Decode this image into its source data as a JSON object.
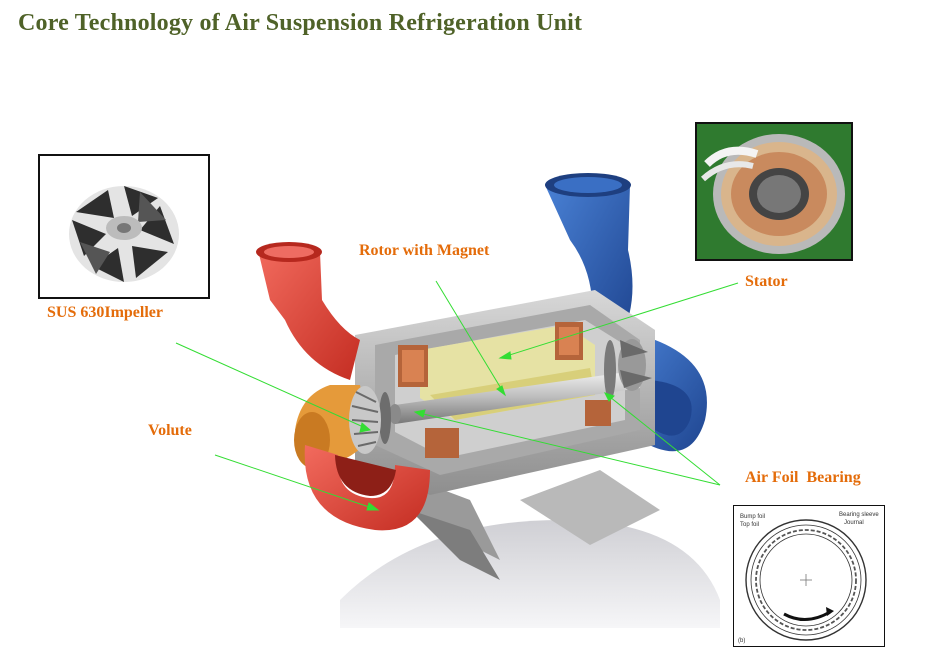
{
  "title": "Core Technology of Air Suspension Refrigeration Unit",
  "labels": {
    "impeller": "SUS 630Impeller",
    "rotor": "Rotor with Magnet",
    "stator": "Stator",
    "volute": "Volute",
    "air_foil_bearing": "Air Foil  Bearing"
  },
  "bearing_diagram": {
    "bump_foil": "Bump foil",
    "top_foil": "Top foil",
    "bearing_sleeve": "Bearing sleeve",
    "journal": "Journal",
    "panel": "(b)"
  },
  "colors": {
    "title": "#4f6228",
    "label": "#e46c0a",
    "leader_line": "#33dd33",
    "volute_red": "#e8483c",
    "blue_housing": "#2f62b8"
  }
}
